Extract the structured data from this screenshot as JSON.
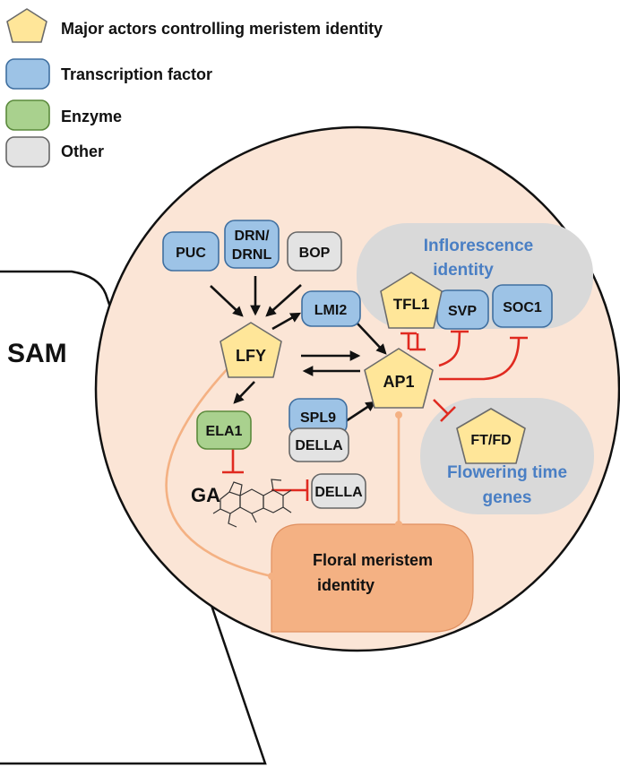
{
  "legend": {
    "star_label": "Major actors controlling meristem identity",
    "tf_label": "Transcription factor",
    "enzyme_label": "Enzyme",
    "other_label": "Other"
  },
  "colors": {
    "transcription_factor": "#9dc3e6",
    "enzyme": "#a9d18e",
    "other": "#e3e3e3",
    "major_actor": "#ffe699",
    "meristem_region": "#fbe5d6",
    "floral_identity": "#f4b183",
    "activation": "#111111",
    "inhibition": "#e02a20",
    "label_blue": "#4a7fc4"
  },
  "diagram": {
    "sam_label": "SAM",
    "ga_label": "GA",
    "nodes": {
      "puc": "PUC",
      "drn_line1": "DRN/",
      "drn_line2": "DRNL",
      "bop": "BOP",
      "lmi2": "LMI2",
      "lfy": "LFY",
      "ap1": "AP1",
      "ela1": "ELA1",
      "spl9": "SPL9",
      "della_1": "DELLA",
      "della_2": "DELLA",
      "tfl1": "TFL1",
      "svp": "SVP",
      "soc1": "SOC1",
      "ftfd": "FT/FD"
    },
    "groups": {
      "inflorescence_line1": "Inflorescence",
      "inflorescence_line2": "identity",
      "flowering_line1": "Flowering time",
      "flowering_line2": "genes",
      "floral_line1": "Floral meristem",
      "floral_line2": "identity"
    }
  }
}
